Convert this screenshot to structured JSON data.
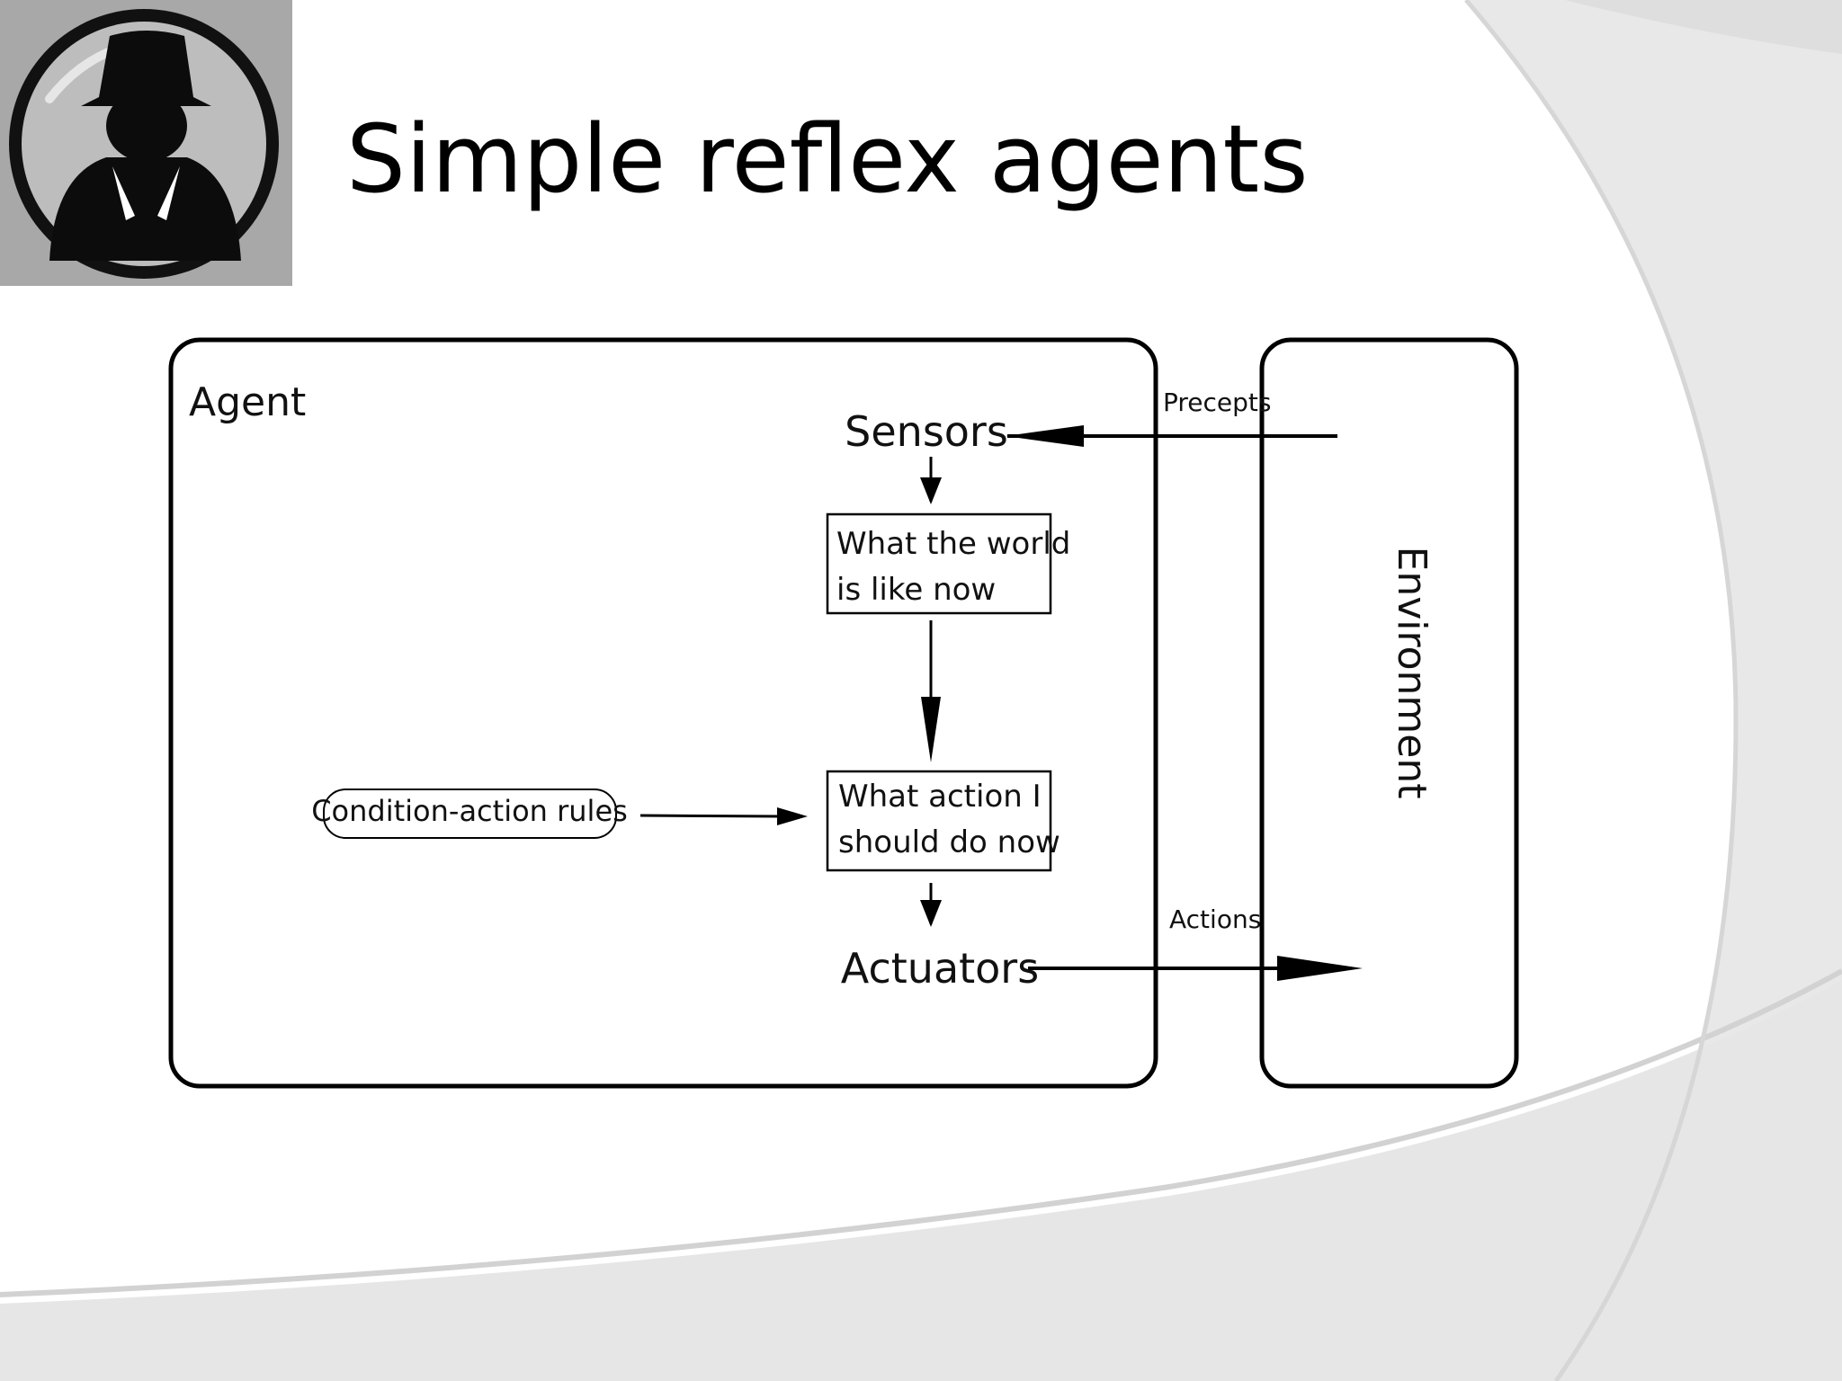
{
  "slide": {
    "title": "Simple reflex agents"
  },
  "logo": {
    "icon": "spy-silhouette-icon"
  },
  "diagram": {
    "agent_label": "Agent",
    "environment_label": "Environment",
    "sensors": "Sensors",
    "actuators": "Actuators",
    "world_state_box": [
      "What the world",
      "is like now"
    ],
    "action_box": [
      "What action I",
      "should do now"
    ],
    "rules": "Condition-action rules",
    "percepts_label": "Precepts",
    "actions_label": "Actions"
  },
  "colors": {
    "background": "#ffffff",
    "swoosh": "#e4e4e4",
    "stroke": "#000000"
  }
}
